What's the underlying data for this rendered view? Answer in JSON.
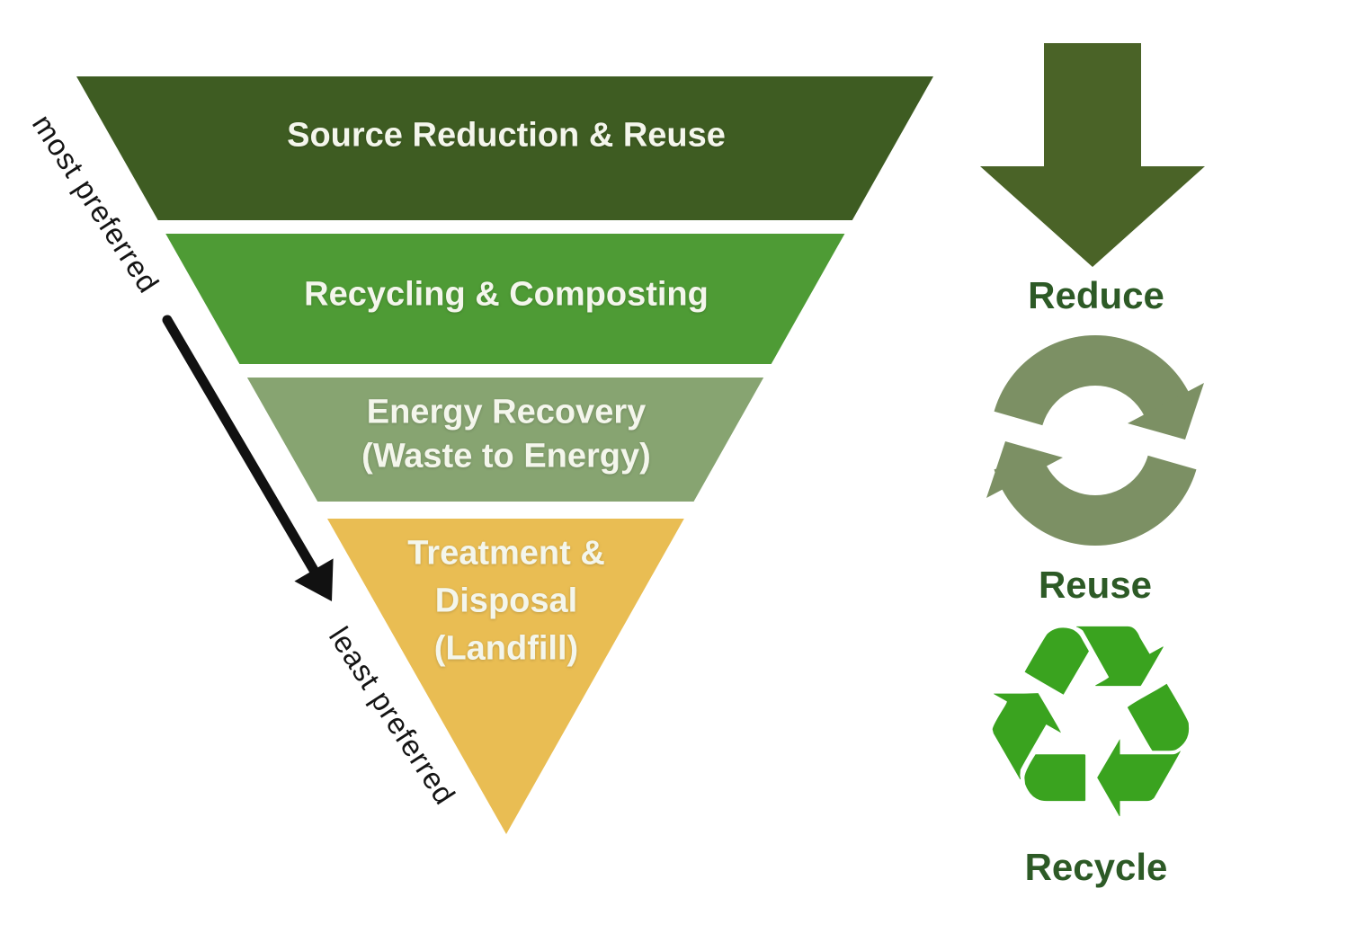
{
  "diagram": {
    "name": "waste-management-hierarchy",
    "background_color": "#ffffff",
    "pyramid_text_color": "#f4f6ec",
    "direction_arrow_color": "#111111"
  },
  "pyramid": {
    "direction_labels": {
      "most": "most preferred",
      "least": "least preferred"
    },
    "levels": [
      {
        "rank": 1,
        "color": "#3e5c22",
        "lines": [
          "Source Reduction & Reuse"
        ]
      },
      {
        "rank": 2,
        "color": "#4e9b35",
        "lines": [
          "Recycling & Composting"
        ]
      },
      {
        "rank": 3,
        "color": "#87a471",
        "lines": [
          "Energy Recovery",
          "(Waste to Energy)"
        ]
      },
      {
        "rank": 4,
        "color": "#e9bd53",
        "lines": [
          "Treatment &",
          "Disposal",
          "(Landfill)"
        ]
      }
    ]
  },
  "legend": {
    "label_color": "#2d5a26",
    "items": [
      {
        "label": "Reduce",
        "icon": "down-arrow-icon",
        "color": "#4a6327"
      },
      {
        "label": "Reuse",
        "icon": "circular-arrows-icon",
        "color": "#7c9064"
      },
      {
        "label": "Recycle",
        "icon": "recycling-symbol-icon",
        "color": "#3aa31f",
        "glyph": "♻"
      }
    ]
  }
}
